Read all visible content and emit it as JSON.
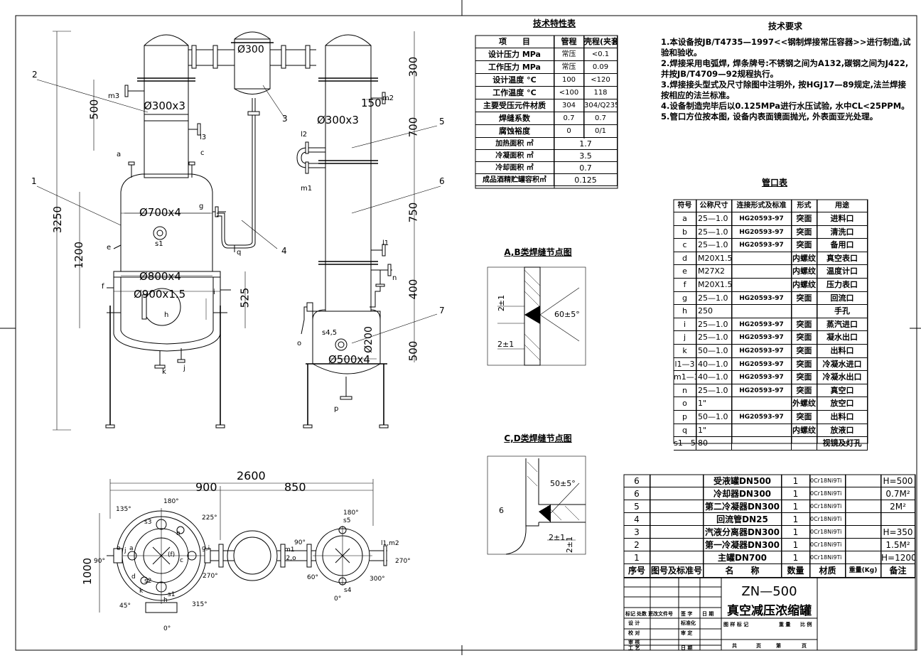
{
  "technical_spec_table": {
    "title": "技术特性表",
    "header": [
      "项　　目",
      "管程",
      "壳程(夹套)"
    ],
    "rows": [
      [
        "设计压力 MPa",
        "常压",
        "<0.1"
      ],
      [
        "工作压力 MPa",
        "常压",
        "0.09"
      ],
      [
        "设计温度 °C",
        "100",
        "<120"
      ],
      [
        "工作温度 °C",
        "<100",
        "118"
      ],
      [
        "主要受压元件材质",
        "304",
        "304/Q235-B"
      ],
      [
        "焊缝系数",
        "0.7",
        "0.7"
      ],
      [
        "腐蚀裕度",
        "0",
        "0/1"
      ]
    ],
    "area_rows": [
      [
        "加热面积 ㎡",
        "1.7"
      ],
      [
        "冷凝面积 ㎡",
        "3.5"
      ],
      [
        "冷却面积 ㎡",
        "0.7"
      ],
      [
        "成品酒精贮罐容积㎥",
        "0.125"
      ]
    ]
  },
  "technical_requirements": {
    "title": "技术要求",
    "items": [
      "1.本设备按JB/T4735—1997<<钢制焊接常压容器>>进行制造,试验和验收。",
      "2.焊接采用电弧焊, 焊条牌号:不锈钢之间为A132,碳钢之间为J422, 并按JB/T4709—92规程执行。",
      "3.焊接接头型式及尺寸除图中注明外, 按HGJ17—89规定,法兰焊接按相应的法兰标准。",
      "4.设备制造完毕后以0.125MPa进行水压试验, 水中CL<25PPM。",
      "5.管口方位按本图, 设备内表面镜面抛光, 外表面亚光处理。"
    ]
  },
  "nozzle_table": {
    "title": "管口表",
    "header": [
      "符号",
      "公称尺寸",
      "连接形式及标准",
      "形式",
      "用途"
    ],
    "rows": [
      [
        "a",
        "25—1.0",
        "HG20593-97",
        "突面",
        "进料口"
      ],
      [
        "b",
        "25—1.0",
        "HG20593-97",
        "突面",
        "清洗口"
      ],
      [
        "c",
        "25—1.0",
        "HG20593-97",
        "突面",
        "备用口"
      ],
      [
        "d",
        "M20X1.5",
        "",
        "内螺纹",
        "真空表口"
      ],
      [
        "e",
        "M27X2",
        "",
        "内螺纹",
        "温度计口"
      ],
      [
        "f",
        "M20X1.5",
        "",
        "内螺纹",
        "压力表口"
      ],
      [
        "g",
        "25—1.0",
        "HG20593-97",
        "突面",
        "回流口"
      ],
      [
        "h",
        "250",
        "",
        "",
        "手孔"
      ],
      [
        "i",
        "25—1.0",
        "HG20593-97",
        "突面",
        "蒸汽进口"
      ],
      [
        "j",
        "25—1.0",
        "HG20593-97",
        "突面",
        "凝水出口"
      ],
      [
        "k",
        "50—1.0",
        "HG20593-97",
        "突面",
        "出料口"
      ],
      [
        "l1—3",
        "40—1.0",
        "HG20593-97",
        "突面",
        "冷凝水进口"
      ],
      [
        "m1—3",
        "40—1.0",
        "HG20593-97",
        "突面",
        "冷凝水出口"
      ],
      [
        "n",
        "25—1.0",
        "HG20593-97",
        "突面",
        "真空口"
      ],
      [
        "o",
        "1\"",
        "",
        "外螺纹",
        "放空口"
      ],
      [
        "p",
        "50—1.0",
        "HG20593-97",
        "突面",
        "出料口"
      ],
      [
        "q",
        "1\"",
        "",
        "内螺纹",
        "放液口"
      ],
      [
        "s1—5",
        "80",
        "",
        "",
        "视镜及灯孔"
      ]
    ]
  },
  "weld_details": {
    "ab_title": "A,B类焊缝节点图",
    "ab_angle": "60±5°",
    "ab_gap1": "2±1",
    "ab_gap2": "2±1",
    "cd_title": "C,D类焊缝节点图",
    "cd_angle": "50±5°",
    "cd_thk": "6",
    "cd_gap1": "2±1",
    "cd_gap2": "2±1"
  },
  "parts_list": {
    "rows": [
      [
        "6",
        "",
        "受液罐DN500",
        "1",
        "0Cr18Ni9Ti",
        "",
        "H=500"
      ],
      [
        "6",
        "",
        "冷却器DN300",
        "1",
        "0Cr18Ni9Ti",
        "",
        "0.7M²"
      ],
      [
        "5",
        "",
        "第二冷凝器DN300",
        "1",
        "0Cr18Ni9Ti",
        "",
        "2M²"
      ],
      [
        "4",
        "",
        "回流管DN25",
        "1",
        "0Cr18Ni9Ti",
        "",
        ""
      ],
      [
        "3",
        "",
        "汽液分离器DN300",
        "1",
        "0Cr18Ni9Ti",
        "",
        "H=350"
      ],
      [
        "2",
        "",
        "第一冷凝器DN300",
        "1",
        "0Cr18Ni9Ti",
        "",
        "1.5M²"
      ],
      [
        "1",
        "",
        "主罐DN700",
        "1",
        "0Cr18Ni9Ti",
        "",
        "H=1200"
      ]
    ],
    "header": [
      "序号",
      "图号及标准号",
      "名　　称",
      "数量",
      "材质",
      "重量(Kg)",
      "备注"
    ]
  },
  "title_block": {
    "drawing_no": "ZN—500",
    "drawing_name": "真空减压浓缩罐",
    "labels": {
      "mark": "标记",
      "place": "处数",
      "change_doc": "更改文件号",
      "sign": "签 字",
      "date": "日 期",
      "design": "设 计",
      "std": "标准化",
      "check": "校 对",
      "review": "审 定",
      "approve": "审 核",
      "process": "工 艺",
      "date2": "日 期",
      "stage": "图 样 标 记",
      "weight": "重 量",
      "scale": "比 例",
      "total": "共",
      "page": "页",
      "no": "第",
      "page2": "页"
    }
  },
  "front_view": {
    "dims": [
      "3250",
      "500",
      "1200",
      "525",
      "300",
      "150",
      "700",
      "750",
      "400",
      "500"
    ],
    "diam": [
      "Ø300",
      "Ø300x3",
      "Ø300x3",
      "Ø700x4",
      "Ø800x4",
      "Ø900x1.5",
      "Ø500x4",
      "Ø200"
    ],
    "tags": [
      "1",
      "2",
      "3",
      "4",
      "5",
      "6",
      "7"
    ],
    "letters": [
      "m3",
      "l3",
      "a",
      "c",
      "s1",
      "e",
      "f",
      "h",
      "i",
      "k",
      "j",
      "g",
      "q",
      "l2",
      "m1",
      "l1",
      "n",
      "s4,5",
      "o",
      "p",
      "m2"
    ]
  },
  "plan_view": {
    "dims": [
      "2600",
      "900",
      "850",
      "1000"
    ],
    "angles": [
      "135°",
      "180°",
      "225°",
      "90°",
      "270°",
      "315°",
      "45°",
      "0°",
      "180°",
      "90°",
      "270°",
      "300°",
      "60°",
      "0°"
    ],
    "letters": [
      "s3",
      "b",
      "e",
      "a",
      "(f)",
      "c",
      "g,i",
      "d",
      "s2",
      "k",
      "s1",
      "h",
      "j",
      "m1",
      "l2,o",
      "s5",
      "s4",
      "l1,m2"
    ]
  }
}
